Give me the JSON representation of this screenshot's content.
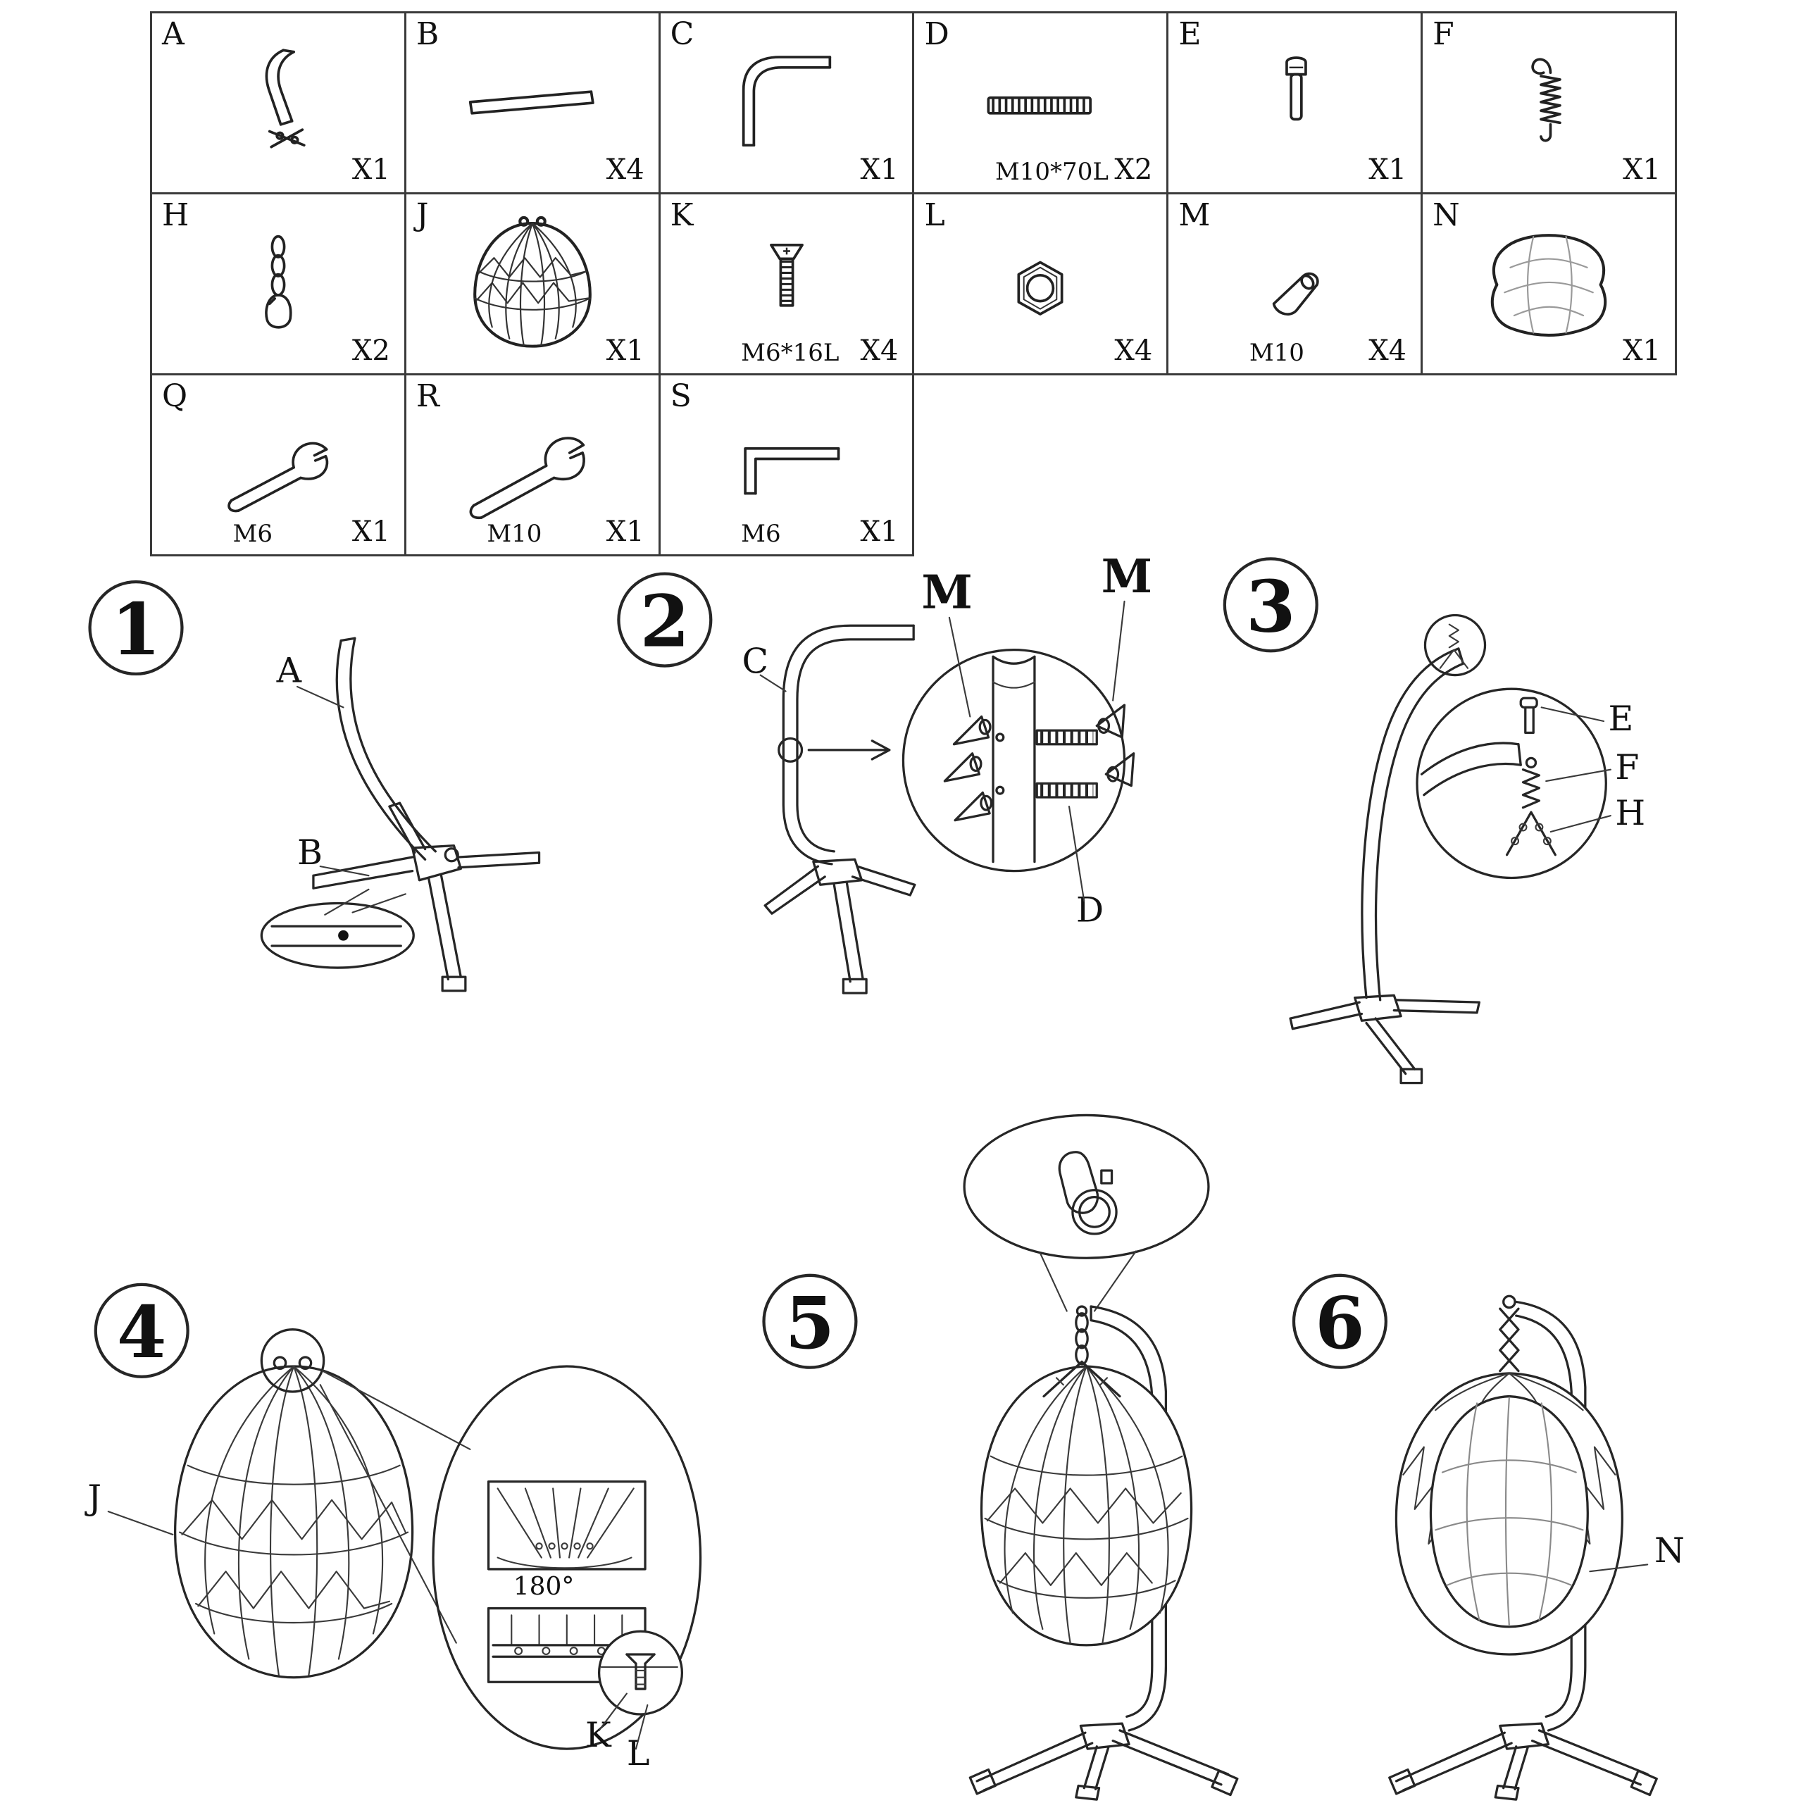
{
  "parts": {
    "A": {
      "label": "A",
      "qty": "X1"
    },
    "B": {
      "label": "B",
      "qty": "X4"
    },
    "C": {
      "label": "C",
      "qty": "X1"
    },
    "D": {
      "label": "D",
      "qty": "X2",
      "spec": "M10*70L"
    },
    "E": {
      "label": "E",
      "qty": "X1"
    },
    "F": {
      "label": "F",
      "qty": "X1"
    },
    "H": {
      "label": "H",
      "qty": "X2"
    },
    "J": {
      "label": "J",
      "qty": "X1"
    },
    "K": {
      "label": "K",
      "qty": "X4",
      "spec": "M6*16L"
    },
    "L": {
      "label": "L",
      "qty": "X4"
    },
    "M": {
      "label": "M",
      "qty": "X4",
      "spec": "M10"
    },
    "N": {
      "label": "N",
      "qty": "X1"
    },
    "Q": {
      "label": "Q",
      "qty": "X1",
      "spec": "M6"
    },
    "R": {
      "label": "R",
      "qty": "X1",
      "spec": "M10"
    },
    "S": {
      "label": "S",
      "qty": "X1",
      "spec": "M6"
    }
  },
  "steps": {
    "s1": {
      "number": "1",
      "part_a": "A",
      "part_b": "B"
    },
    "s2": {
      "number": "2",
      "part_c": "C",
      "part_m_left": "M",
      "part_m_right": "M",
      "part_d": "D"
    },
    "s3": {
      "number": "3",
      "part_e": "E",
      "part_f": "F",
      "part_h": "H"
    },
    "s4": {
      "number": "4",
      "part_j": "J",
      "angle": "180°",
      "part_k": "K",
      "part_l": "L"
    },
    "s5": {
      "number": "5"
    },
    "s6": {
      "number": "6",
      "part_n": "N"
    }
  }
}
